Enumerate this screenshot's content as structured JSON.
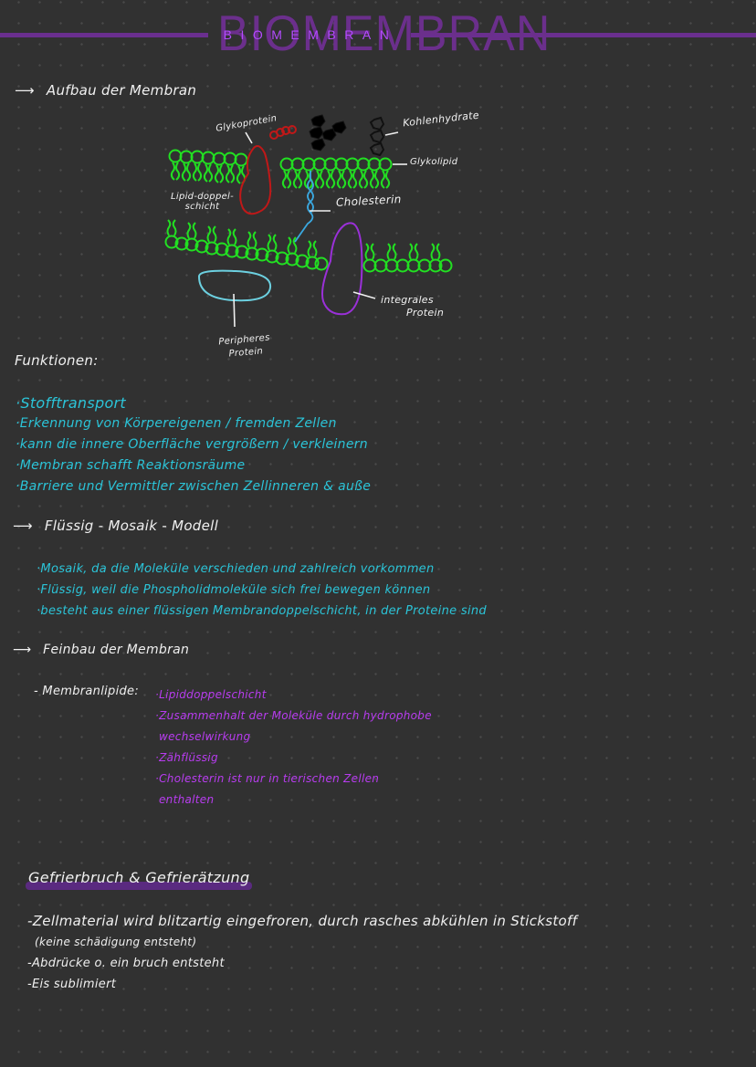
{
  "header": {
    "title": "BIOMEMBRAN",
    "title_small": "BIOMEMBRAN",
    "accent_color": "#6a2f8f"
  },
  "section_aufbau": {
    "arrow": "⟶",
    "heading": "Aufbau der Membran",
    "diagram": {
      "labels": {
        "glykoprotein": "Glykoprotein",
        "kohlenhydrate": "Kohlenhydrate",
        "glykolipid": "Glykolipid",
        "lipid_doppelschicht_line1": "Lipid-doppel-",
        "lipid_doppelschicht_line2": "schicht",
        "cholesterin": "Cholesterin",
        "integrales_line1": "integrales",
        "integrales_line2": "Protein",
        "peripheres_line1": "Peripheres",
        "peripheres_line2": "Protein"
      },
      "colors": {
        "lipid": "#22e022",
        "glykoprotein": "#c01818",
        "cholesterin": "#3aa8e0",
        "integral_protein": "#9a30d8",
        "peripheral_protein": "#6cd0e0",
        "carbohydrate": "#000000"
      }
    }
  },
  "section_funktionen": {
    "heading": "Funktionen:",
    "items": [
      "·Stofftransport",
      "·Erkennung von Körpereigenen / fremden Zellen",
      "·kann die innere Oberfläche vergrößern / verkleinern",
      "·Membran schafft Reaktionsräume",
      "·Barriere und Vermittler zwischen Zellinneren & auße"
    ]
  },
  "section_fluessig": {
    "arrow": "⟶",
    "heading": "Flüssig - Mosaik - Modell",
    "items": [
      "·Mosaik, da die Moleküle verschieden und zahlreich vorkommen",
      "·Flüssig, weil die Phospholidmoleküle sich frei bewegen können",
      "·besteht aus einer flüssigen Membrandoppelschicht, in der Proteine sind"
    ]
  },
  "section_feinbau": {
    "arrow": "⟶",
    "heading": "Feinbau der Membran",
    "sub_label": "- Membranlipide:",
    "items": [
      "·Lipiddoppelschicht",
      "·Zusammenhalt der Moleküle durch hydrophobe",
      "wechselwirkung",
      "·Zähflüssig",
      "·Cholesterin ist nur in tierischen Zellen",
      "enthalten"
    ]
  },
  "section_gefrier": {
    "heading": "Gefrierbruch & Gefrierätzung",
    "items": [
      "-Zellmaterial wird blitzartig eingefroren, durch rasches abkühlen in Stickstoff",
      "(keine schädigung entsteht)",
      "-Abdrücke o. ein bruch entsteht",
      "-Eis sublimiert"
    ]
  }
}
